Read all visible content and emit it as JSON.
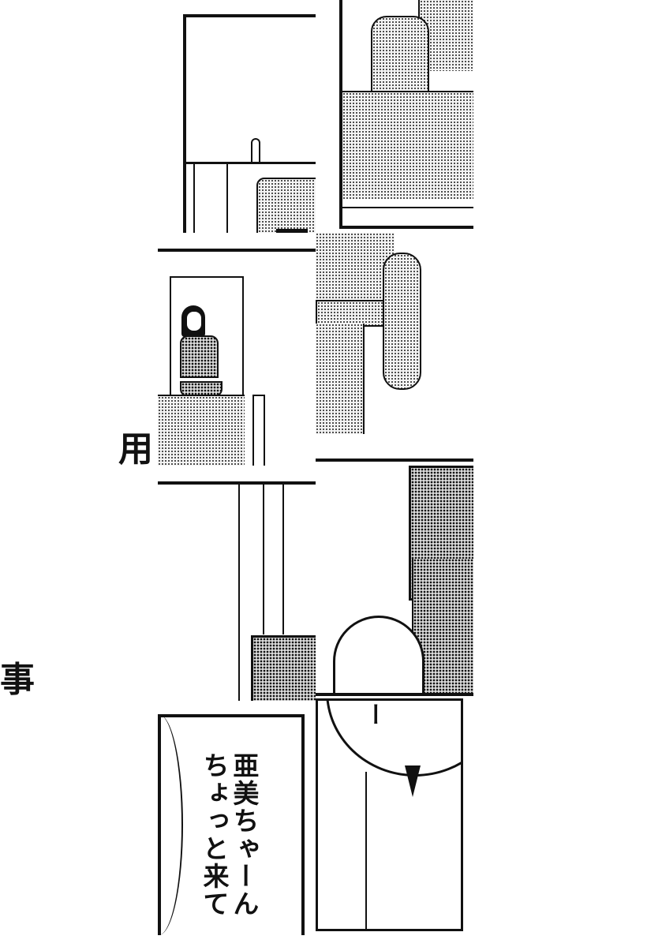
{
  "comic": {
    "sfx_left_top": "用",
    "sfx_left_bottom": "事",
    "dialogue_box": [
      "亜美ちゃーん",
      "ちょっと来て"
    ],
    "speech_bubble_fragment": "ー"
  },
  "colors": {
    "ink": "#111111",
    "paper": "#ffffff",
    "tone": "#333333"
  }
}
